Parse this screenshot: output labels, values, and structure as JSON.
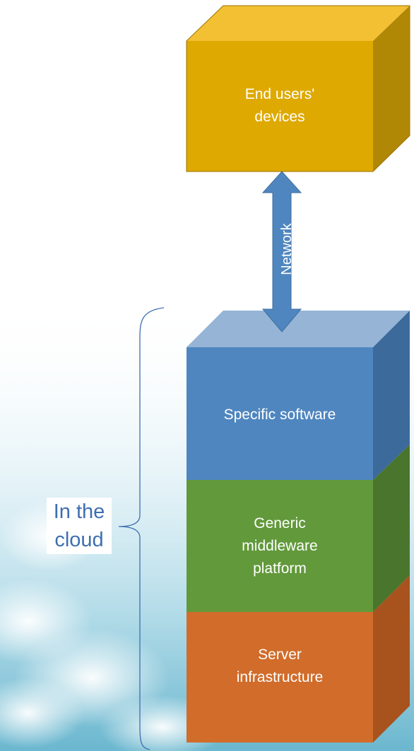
{
  "boxes": {
    "end_users": {
      "label": "End users'\ndevices",
      "front": "#dea900",
      "top": "#f3c033",
      "side": "#b18706"
    },
    "software": {
      "label": "Specific software",
      "front": "#4f86bf",
      "top": "#95b4d6",
      "side": "#3c6a9a"
    },
    "middleware": {
      "label": "Generic\nmiddleware\nplatform",
      "front": "#62993b",
      "top": "#8dbb6a",
      "side": "#4a752c"
    },
    "infrastructure": {
      "label": "Server\ninfrastructure",
      "front": "#d16c2a",
      "top": "#e0915a",
      "side": "#a8531d"
    }
  },
  "network": {
    "label": "Network",
    "color": "#4f86bf"
  },
  "cloud": {
    "label": "In the\ncloud",
    "color": "#3e6fb0"
  }
}
